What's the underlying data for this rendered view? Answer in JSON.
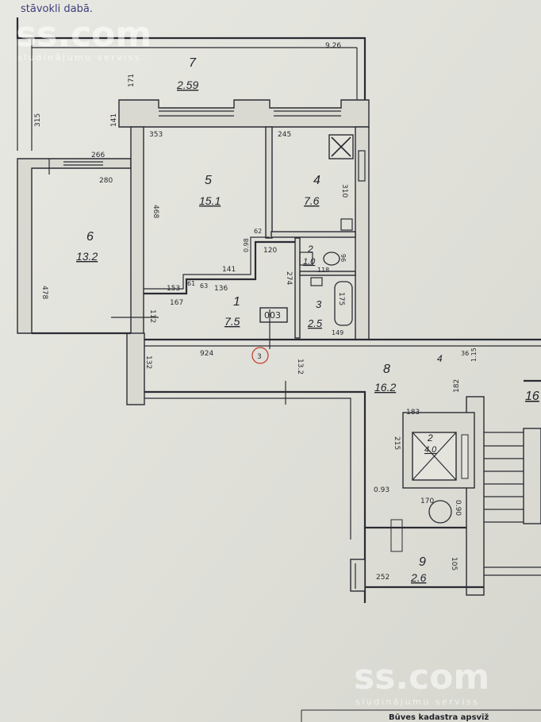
{
  "header": {
    "text": "stāvokli dabā."
  },
  "watermark": {
    "brand": "ss.com",
    "tagline": "sludinājumu serviss"
  },
  "footer": {
    "text": "Būves kadastra apsvīž"
  },
  "rooms": [
    {
      "id": "r7",
      "number": "7",
      "area": "2.59"
    },
    {
      "id": "r5",
      "number": "5",
      "area": "15.1"
    },
    {
      "id": "r4",
      "number": "4",
      "area": "7.6"
    },
    {
      "id": "r6",
      "number": "6",
      "area": "13.2"
    },
    {
      "id": "r1",
      "number": "1",
      "area": "7.5"
    },
    {
      "id": "r2",
      "number": "2",
      "area": "1.0"
    },
    {
      "id": "r3",
      "number": "3",
      "area": "2.5"
    },
    {
      "id": "r8",
      "number": "8",
      "area": "16.2"
    },
    {
      "id": "r9",
      "number": "9",
      "area": "2.6"
    },
    {
      "id": "rlift",
      "number": "2",
      "area": "4.0"
    },
    {
      "id": "rcut",
      "number": "",
      "area": "16"
    }
  ],
  "dimensions": [
    {
      "id": "d926",
      "text": "9.26"
    },
    {
      "id": "d171",
      "text": "171"
    },
    {
      "id": "d315",
      "text": "315"
    },
    {
      "id": "d141a",
      "text": "141"
    },
    {
      "id": "d353",
      "text": "353"
    },
    {
      "id": "d245",
      "text": "245"
    },
    {
      "id": "d266",
      "text": "266"
    },
    {
      "id": "d280",
      "text": "280"
    },
    {
      "id": "d468",
      "text": "468"
    },
    {
      "id": "d310",
      "text": "310"
    },
    {
      "id": "d478",
      "text": "478"
    },
    {
      "id": "d098",
      "text": "0.98"
    },
    {
      "id": "d62",
      "text": "62"
    },
    {
      "id": "d120",
      "text": "120"
    },
    {
      "id": "d96",
      "text": "96"
    },
    {
      "id": "d118",
      "text": "118"
    },
    {
      "id": "d141b",
      "text": "141"
    },
    {
      "id": "d274",
      "text": "274"
    },
    {
      "id": "d153",
      "text": "153"
    },
    {
      "id": "d61",
      "text": "61"
    },
    {
      "id": "d63",
      "text": "63"
    },
    {
      "id": "d136",
      "text": "136"
    },
    {
      "id": "d167",
      "text": "167"
    },
    {
      "id": "d112",
      "text": "112"
    },
    {
      "id": "d175",
      "text": "175"
    },
    {
      "id": "d149",
      "text": "149"
    },
    {
      "id": "d003",
      "text": "003"
    },
    {
      "id": "d924",
      "text": "924"
    },
    {
      "id": "d3circle",
      "text": "3"
    },
    {
      "id": "d132a",
      "text": "132"
    },
    {
      "id": "d132b",
      "text": "13.2"
    },
    {
      "id": "d4",
      "text": "4"
    },
    {
      "id": "d36",
      "text": "36"
    },
    {
      "id": "d115",
      "text": "1.15"
    },
    {
      "id": "d182",
      "text": "182"
    },
    {
      "id": "d183",
      "text": "183"
    },
    {
      "id": "d215",
      "text": "215"
    },
    {
      "id": "d093",
      "text": "0.93"
    },
    {
      "id": "d170",
      "text": "170"
    },
    {
      "id": "d090",
      "text": "0.90"
    },
    {
      "id": "d252",
      "text": "252"
    },
    {
      "id": "d105",
      "text": "105"
    }
  ]
}
